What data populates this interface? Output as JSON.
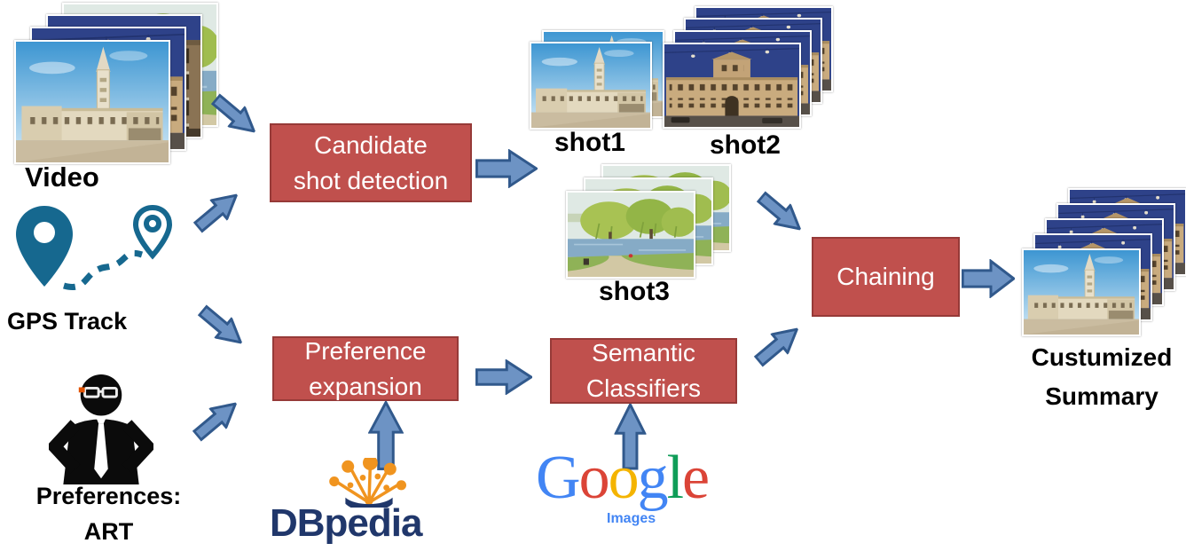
{
  "inputs": {
    "video": {
      "label": "Video"
    },
    "gps": {
      "label": "GPS Track"
    },
    "preferences": {
      "label_line1": "Preferences:",
      "label_line2": "ART"
    }
  },
  "process_boxes": {
    "candidate_shot_detection": {
      "line1": "Candidate",
      "line2": "shot detection"
    },
    "preference_expansion": {
      "line1": "Preference",
      "line2": "expansion"
    },
    "semantic_classifiers": {
      "line1": "Semantic",
      "line2": "Classifiers"
    },
    "chaining": {
      "label": "Chaining"
    }
  },
  "shots": {
    "shot1": "shot1",
    "shot2": "shot2",
    "shot3": "shot3"
  },
  "output": {
    "line1": "Custumized",
    "line2": "Summary"
  },
  "logos": {
    "dbpedia": {
      "text": "DBpedia"
    },
    "google": {
      "letters": [
        "G",
        "o",
        "o",
        "g",
        "l",
        "e"
      ],
      "subtext": "Images"
    }
  },
  "icons": {
    "gps_big_pin": "map-pin-filled",
    "gps_small_pin": "map-pin-outline",
    "gps_route": "dashed-route",
    "preferences_person": "person-silhouette-with-smart-glasses",
    "dbpedia_mark": "orange-dot-tree-over-open-book",
    "photo_stacks": "cascaded-photo-frames"
  },
  "colors": {
    "box_fill": "#C0504D",
    "box_border": "#963A38",
    "box_text": "#FFFFFF",
    "arrow_fill": "#6D93C4",
    "arrow_border": "#31598C",
    "pin_blue": "#16688F",
    "label_text": "#000000",
    "silhouette": "#0B0B0B",
    "dbpedia_navy": "#20376B",
    "dbpedia_orange": "#F0941F",
    "google_blue": "#4285F4",
    "google_red": "#DB4437",
    "google_yellow": "#F4B400",
    "google_green": "#0F9D58"
  }
}
